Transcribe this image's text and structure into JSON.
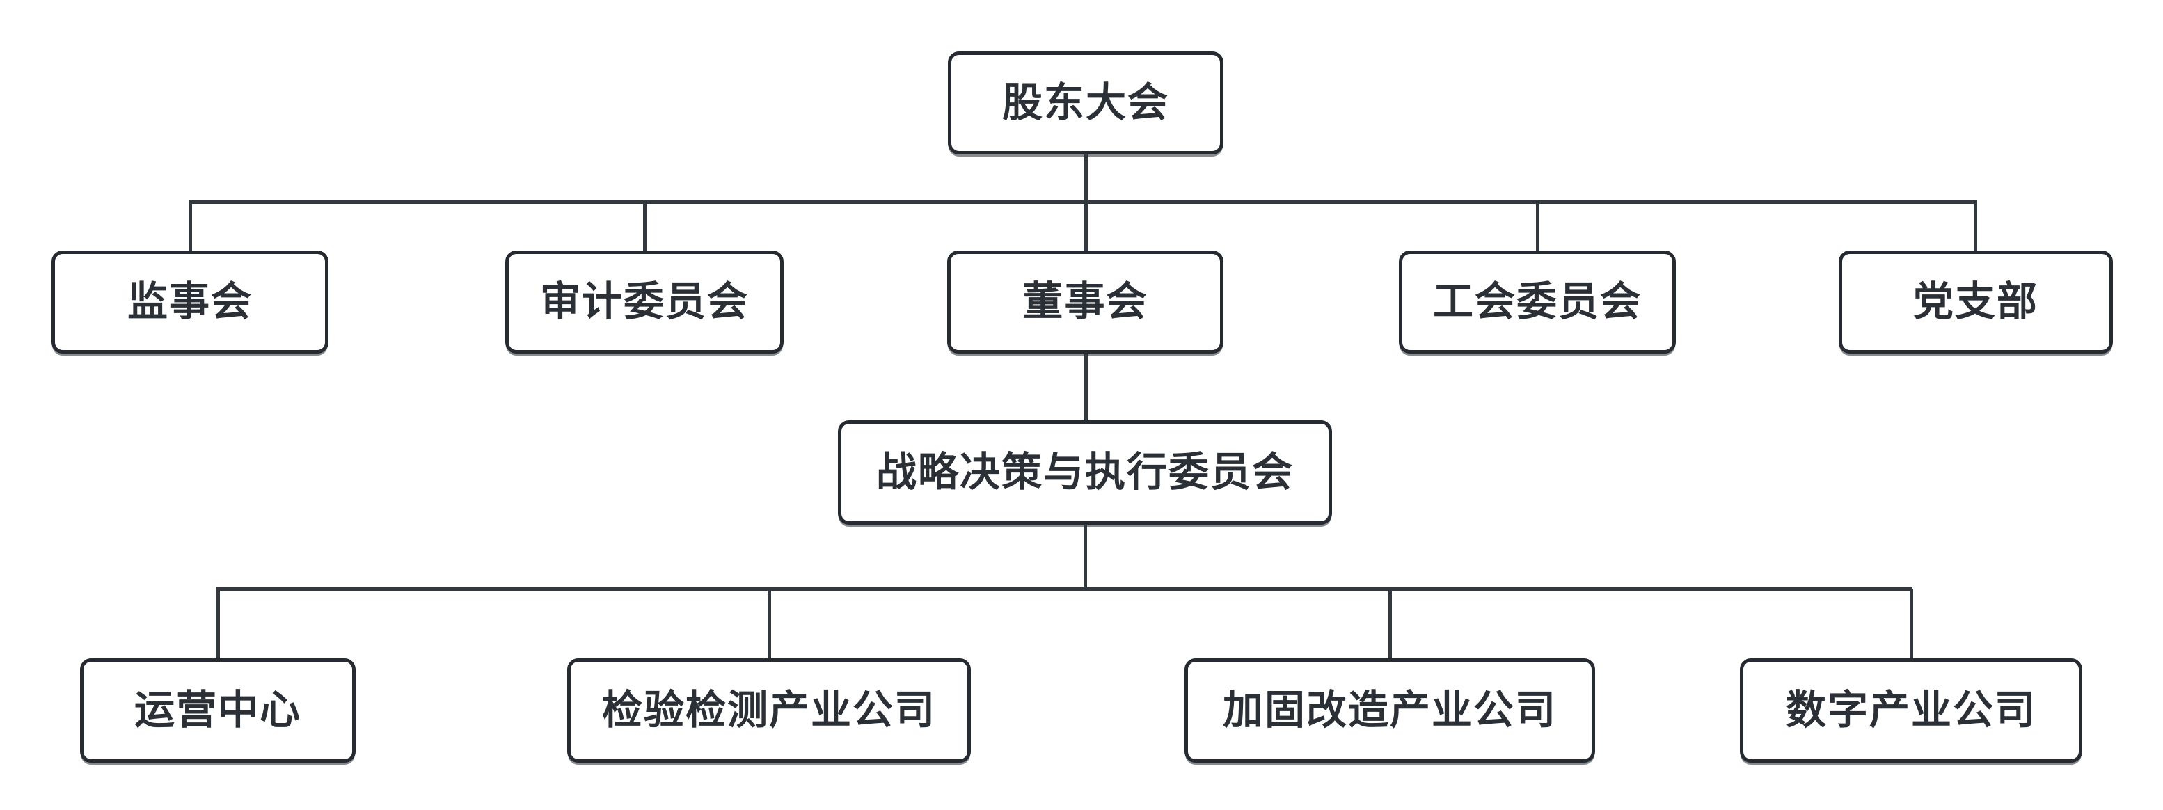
{
  "diagram": {
    "type": "org-chart",
    "title": "",
    "colors": {
      "bg": "#ffffff",
      "line": "#33383f",
      "border": "#262b31",
      "text": "#2b2f36",
      "node-bg": "#ffffff"
    },
    "nodes": {
      "shareholders": {
        "label": "股东大会"
      },
      "supervisors": {
        "label": "监事会"
      },
      "audit": {
        "label": "审计委员会"
      },
      "board": {
        "label": "董事会"
      },
      "union": {
        "label": "工会委员会"
      },
      "party": {
        "label": "党支部"
      },
      "strategy": {
        "label": "战略决策与执行委员会"
      },
      "operations": {
        "label": "运营中心"
      },
      "inspection": {
        "label": "检验检测产业公司"
      },
      "reinforcement": {
        "label": "加固改造产业公司"
      },
      "digital": {
        "label": "数字产业公司"
      }
    },
    "edges": [
      {
        "from": "股东大会",
        "to": "监事会"
      },
      {
        "from": "股东大会",
        "to": "审计委员会"
      },
      {
        "from": "股东大会",
        "to": "董事会"
      },
      {
        "from": "股东大会",
        "to": "工会委员会"
      },
      {
        "from": "股东大会",
        "to": "党支部"
      },
      {
        "from": "董事会",
        "to": "战略决策与执行委员会"
      },
      {
        "from": "战略决策与执行委员会",
        "to": "运营中心"
      },
      {
        "from": "战略决策与执行委员会",
        "to": "检验检测产业公司"
      },
      {
        "from": "战略决策与执行委员会",
        "to": "加固改造产业公司"
      },
      {
        "from": "战略决策与执行委员会",
        "to": "数字产业公司"
      }
    ]
  }
}
